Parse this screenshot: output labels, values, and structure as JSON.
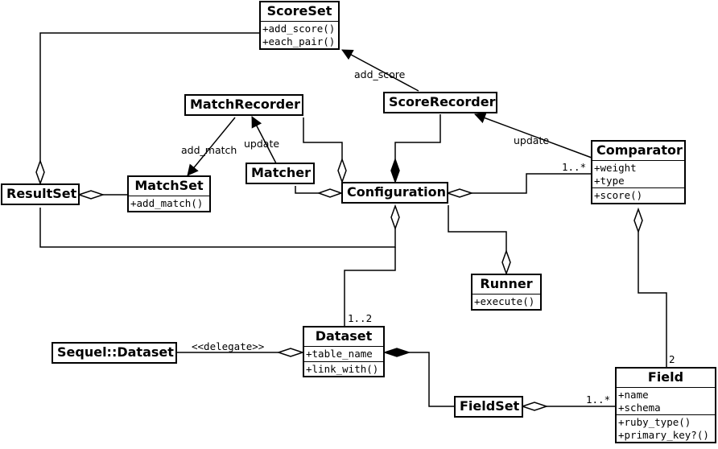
{
  "classes": {
    "scoreset": {
      "name": "ScoreSet",
      "methods": [
        "+add_score()",
        "+each_pair()"
      ]
    },
    "matchrecorder": {
      "name": "MatchRecorder"
    },
    "scorerecorder": {
      "name": "ScoreRecorder"
    },
    "comparator": {
      "name": "Comparator",
      "attributes": [
        "+weight",
        "+type"
      ],
      "methods": [
        "+score()"
      ]
    },
    "resultset": {
      "name": "ResultSet"
    },
    "matchset": {
      "name": "MatchSet",
      "methods": [
        "+add_match()"
      ]
    },
    "matcher": {
      "name": "Matcher"
    },
    "configuration": {
      "name": "Configuration"
    },
    "runner": {
      "name": "Runner",
      "methods": [
        "+execute()"
      ]
    },
    "sequel_dataset": {
      "name": "Sequel::Dataset"
    },
    "dataset": {
      "name": "Dataset",
      "attributes": [
        "+table_name"
      ],
      "methods": [
        "+link_with()"
      ]
    },
    "fieldset": {
      "name": "FieldSet"
    },
    "field": {
      "name": "Field",
      "attributes": [
        "+name",
        "+schema"
      ],
      "methods": [
        "+ruby_type()",
        "+primary_key?()"
      ]
    }
  },
  "labels": {
    "add_score": "add_score",
    "add_match": "add_match",
    "update_matcher": "update",
    "update_comparator": "update",
    "comparator_mult": "1..*",
    "dataset_mult": "1..2",
    "field_mult": "2",
    "fieldset_mult": "1..*",
    "delegate": "<<delegate>>"
  }
}
